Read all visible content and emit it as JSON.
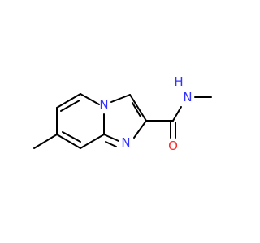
{
  "molecule": {
    "colors": {
      "bond": "#000000",
      "nitrogen": "#3333ff",
      "oxygen": "#ff2a2a"
    },
    "atoms": {
      "n_ring": "N",
      "n_imidazole": "N",
      "n_amide": "N",
      "h_amide": "H",
      "o_carbonyl": "O"
    }
  }
}
